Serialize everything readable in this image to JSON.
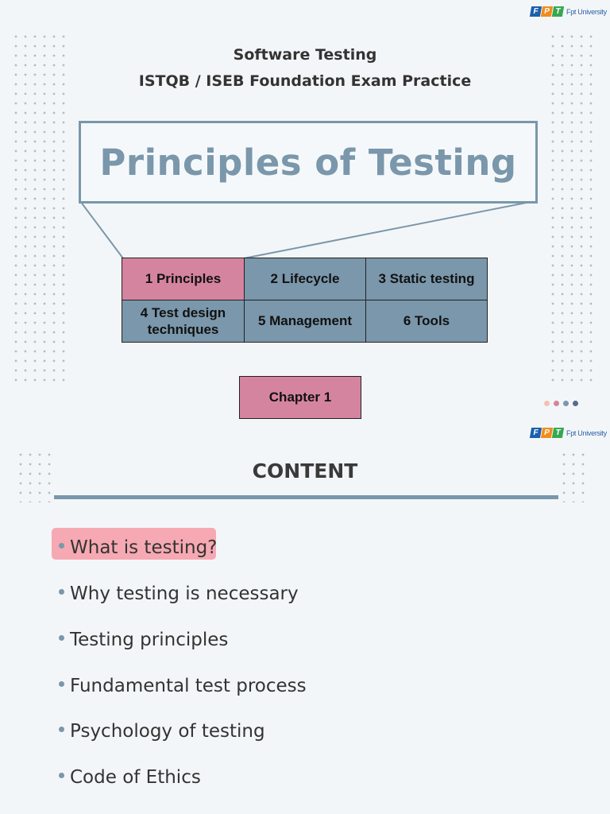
{
  "slide1": {
    "logo": {
      "letters": [
        "F",
        "P",
        "T"
      ],
      "text": "Fpt University",
      "colors": [
        "#1b5fae",
        "#f28c1c",
        "#36a852"
      ]
    },
    "subtitle_line1": "Software Testing",
    "subtitle_line2": "ISTQB / ISEB Foundation Exam Practice",
    "title": "Principles of Testing",
    "chapters": [
      {
        "label": "1 Principles",
        "active": true
      },
      {
        "label": "2 Lifecycle",
        "active": false
      },
      {
        "label": "3 Static testing",
        "active": false
      },
      {
        "label": "4 Test design techniques",
        "active": false
      },
      {
        "label": "5 Management",
        "active": false
      },
      {
        "label": "6 Tools",
        "active": false
      }
    ],
    "chapter_button": "Chapter 1",
    "page_dot_colors": [
      "#f3c2b3",
      "#d5849f",
      "#7a97ab",
      "#5a6a8a"
    ]
  },
  "slide2": {
    "logo": {
      "letters": [
        "F",
        "P",
        "T"
      ],
      "text": "Fpt University",
      "colors": [
        "#1b5fae",
        "#f28c1c",
        "#36a852"
      ]
    },
    "heading": "CONTENT",
    "items": [
      {
        "text": "What is testing?",
        "highlighted": true
      },
      {
        "text": "Why testing is necessary",
        "highlighted": false
      },
      {
        "text": "Testing principles",
        "highlighted": false
      },
      {
        "text": "Fundamental test process",
        "highlighted": false
      },
      {
        "text": "Psychology of testing",
        "highlighted": false
      },
      {
        "text": "Code of Ethics",
        "highlighted": false
      }
    ]
  },
  "colors": {
    "accent": "#7a97ab",
    "highlight": "#d5849f",
    "bullet_highlight": "#f6a9b2",
    "background": "#f3f6f8"
  }
}
